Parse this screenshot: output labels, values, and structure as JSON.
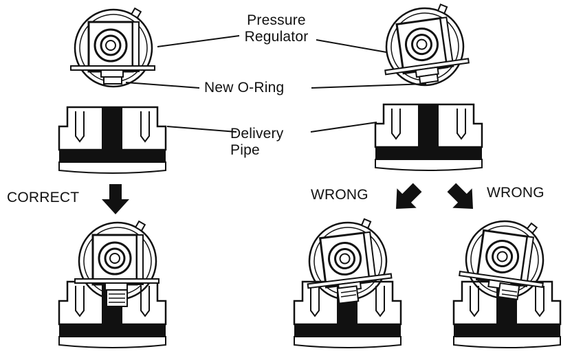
{
  "labels": {
    "pressure_regulator": [
      "Pressure",
      "Regulator"
    ],
    "new_o_ring": "New O-Ring",
    "delivery_pipe": [
      "Delivery",
      "Pipe"
    ],
    "correct": "CORRECT",
    "wrong_left": "WRONG",
    "wrong_right": "WRONG"
  },
  "colors": {
    "ink": "#111111",
    "paper": "#ffffff"
  }
}
